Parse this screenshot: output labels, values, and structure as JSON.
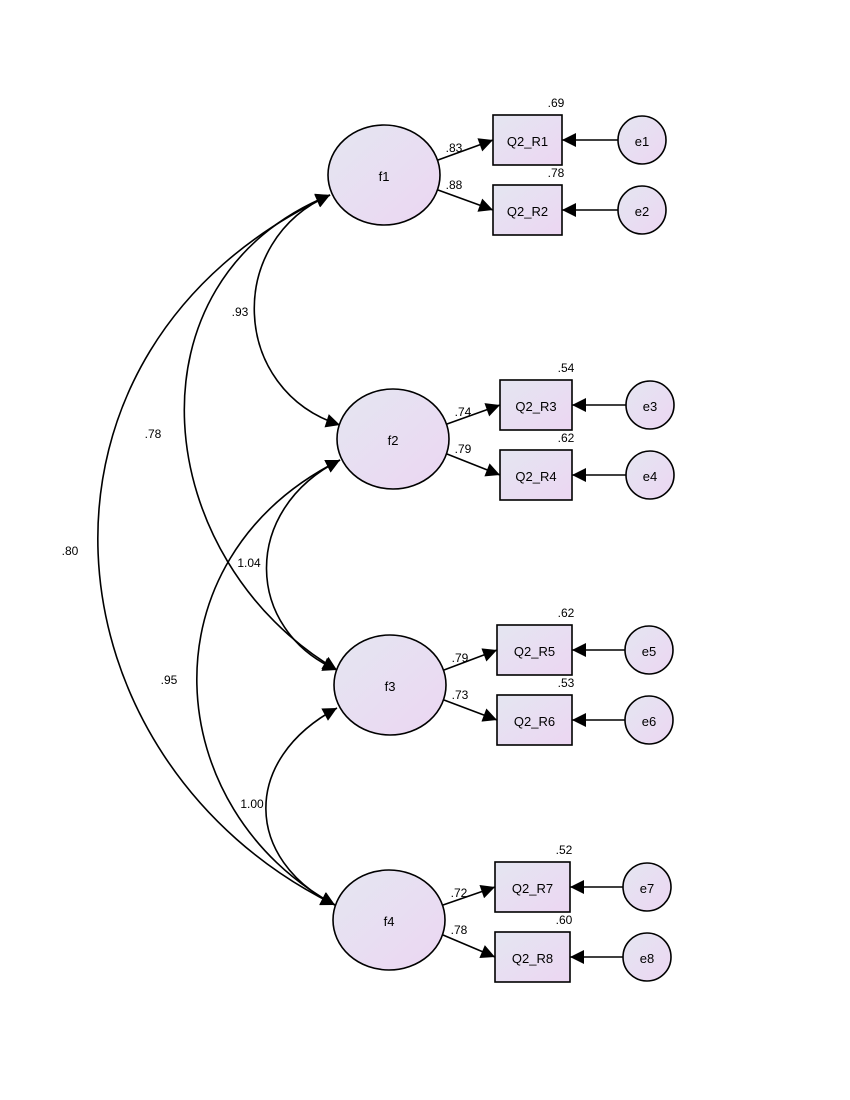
{
  "diagram": {
    "type": "structural-equation-model",
    "fill_gradient": [
      "#e4e6f1",
      "#ecd6f2"
    ],
    "factors": [
      {
        "id": "f1",
        "label": "f1"
      },
      {
        "id": "f2",
        "label": "f2"
      },
      {
        "id": "f3",
        "label": "f3"
      },
      {
        "id": "f4",
        "label": "f4"
      }
    ],
    "indicators": [
      {
        "id": "Q2_R1",
        "label": "Q2_R1",
        "factor": "f1",
        "loading": ".83",
        "r2": ".69",
        "error": "e1"
      },
      {
        "id": "Q2_R2",
        "label": "Q2_R2",
        "factor": "f1",
        "loading": ".88",
        "r2": ".78",
        "error": "e2"
      },
      {
        "id": "Q2_R3",
        "label": "Q2_R3",
        "factor": "f2",
        "loading": ".74",
        "r2": ".54",
        "error": "e3"
      },
      {
        "id": "Q2_R4",
        "label": "Q2_R4",
        "factor": "f2",
        "loading": ".79",
        "r2": ".62",
        "error": "e4"
      },
      {
        "id": "Q2_R5",
        "label": "Q2_R5",
        "factor": "f3",
        "loading": ".79",
        "r2": ".62",
        "error": "e5"
      },
      {
        "id": "Q2_R6",
        "label": "Q2_R6",
        "factor": "f3",
        "loading": ".73",
        "r2": ".53",
        "error": "e6"
      },
      {
        "id": "Q2_R7",
        "label": "Q2_R7",
        "factor": "f4",
        "loading": ".72",
        "r2": ".52",
        "error": "e7"
      },
      {
        "id": "Q2_R8",
        "label": "Q2_R8",
        "factor": "f4",
        "loading": ".78",
        "r2": ".60",
        "error": "e8"
      }
    ],
    "errors": [
      "e1",
      "e2",
      "e3",
      "e4",
      "e5",
      "e6",
      "e7",
      "e8"
    ],
    "covariances": [
      {
        "from": "f1",
        "to": "f2",
        "value": ".93"
      },
      {
        "from": "f1",
        "to": "f3",
        "value": ".78"
      },
      {
        "from": "f1",
        "to": "f4",
        "value": ".80"
      },
      {
        "from": "f2",
        "to": "f3",
        "value": "1.04"
      },
      {
        "from": "f2",
        "to": "f4",
        "value": ".95"
      },
      {
        "from": "f3",
        "to": "f4",
        "value": "1.00"
      }
    ]
  }
}
